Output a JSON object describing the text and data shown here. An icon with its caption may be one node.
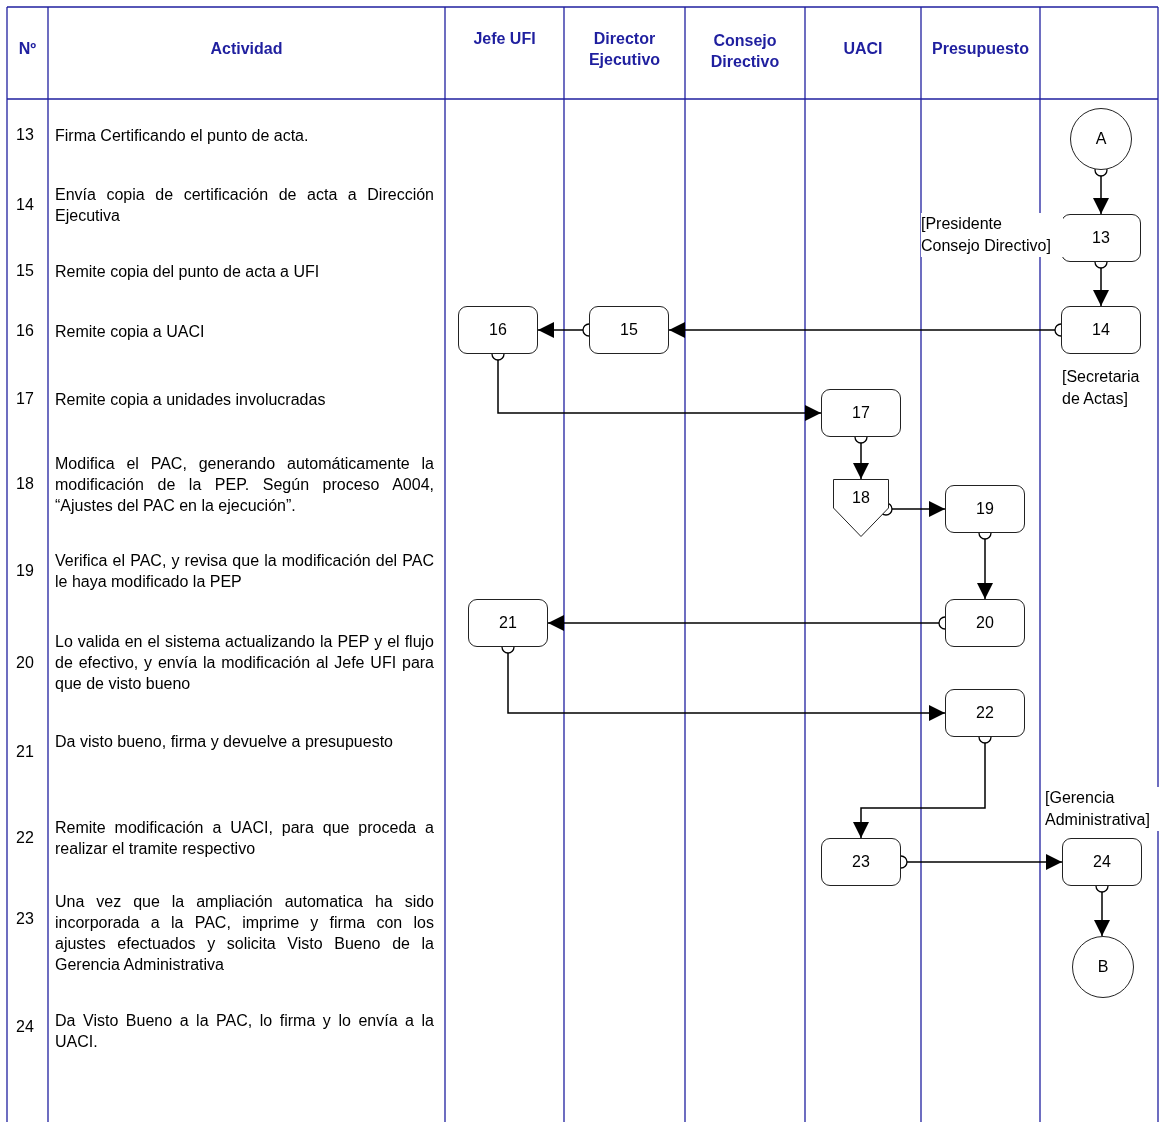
{
  "diagram": {
    "nodes": [
      {
        "text": [
          "A"
        ]
      },
      {
        "text": [
          "13"
        ],
        "beside": [
          "[Presidente Consejo Directivo]"
        ]
      },
      {
        "text": [
          "14"
        ],
        "beside": [
          "[Secretaria de Actas]"
        ]
      },
      {
        "text": [
          "15"
        ]
      },
      {
        "text": [
          "16"
        ]
      },
      {
        "text": [
          "17"
        ]
      },
      {
        "text": [
          "18"
        ]
      },
      {
        "text": [
          "19"
        ]
      },
      {
        "text": [
          "20"
        ]
      },
      {
        "text": [
          "21"
        ]
      },
      {
        "text": [
          "22"
        ]
      },
      {
        "text": [
          "23"
        ]
      },
      {
        "text": [
          "24"
        ],
        "beside": [
          "[Gerencia Administrativa]"
        ]
      },
      {
        "text": [
          "B"
        ]
      }
    ],
    "edges": [
      {
        "from": 0,
        "to": 1,
        "arrow": "to"
      },
      {
        "from": 1,
        "to": 2,
        "arrow": "to"
      },
      {
        "from": 2,
        "to": 3,
        "arrow": "to"
      },
      {
        "from": 3,
        "to": 4,
        "arrow": "to"
      },
      {
        "from": 4,
        "to": 5,
        "arrow": "to"
      },
      {
        "from": 5,
        "to": 6,
        "arrow": "to"
      },
      {
        "from": 6,
        "to": 7,
        "arrow": "to"
      },
      {
        "from": 7,
        "to": 8,
        "arrow": "to"
      },
      {
        "from": 8,
        "to": 9,
        "arrow": "to"
      },
      {
        "from": 9,
        "to": 10,
        "arrow": "to"
      },
      {
        "from": 10,
        "to": 11,
        "arrow": "to"
      },
      {
        "from": 11,
        "to": 12,
        "arrow": "to"
      },
      {
        "from": 12,
        "to": 13,
        "arrow": "to"
      }
    ],
    "labels": [
      "Nº",
      "Actividad",
      "Jefe UFI",
      "Director Ejecutivo",
      "Consejo Directivo",
      "UACI",
      "Presupuesto",
      "13",
      "Firma Certificando el punto de acta.",
      "14",
      "Envía copia de certificación de acta a Dirección Ejecutiva",
      "15",
      "Remite copia del punto de acta a UFI",
      "16",
      "Remite copia a UACI",
      "17",
      "Remite copia a unidades involucradas",
      "18",
      "Modifica el PAC, generando automáticamente la modificación de la PEP. Según proceso A004, “Ajustes del PAC en la ejecución”.",
      "19",
      "Verifica el PAC, y revisa que la modificación del PAC le haya modificado la PEP",
      "20",
      "Lo valida en el sistema actualizando la PEP y el flujo de efectivo, y envía la modificación al Jefe UFI para que de visto bueno",
      "21",
      "Da visto bueno, firma y devuelve a presupuesto",
      "22",
      "Remite modificación  a UACI, para que proceda a realizar el tramite respectivo",
      "23",
      "Una vez que la ampliación automatica ha sido incorporada a la PAC, imprime y firma con los ajustes efectuados y  solicita Visto Bueno de la Gerencia Administrativa",
      "24",
      "Da Visto Bueno a la PAC, lo firma y  lo envía a la UACI."
    ]
  }
}
